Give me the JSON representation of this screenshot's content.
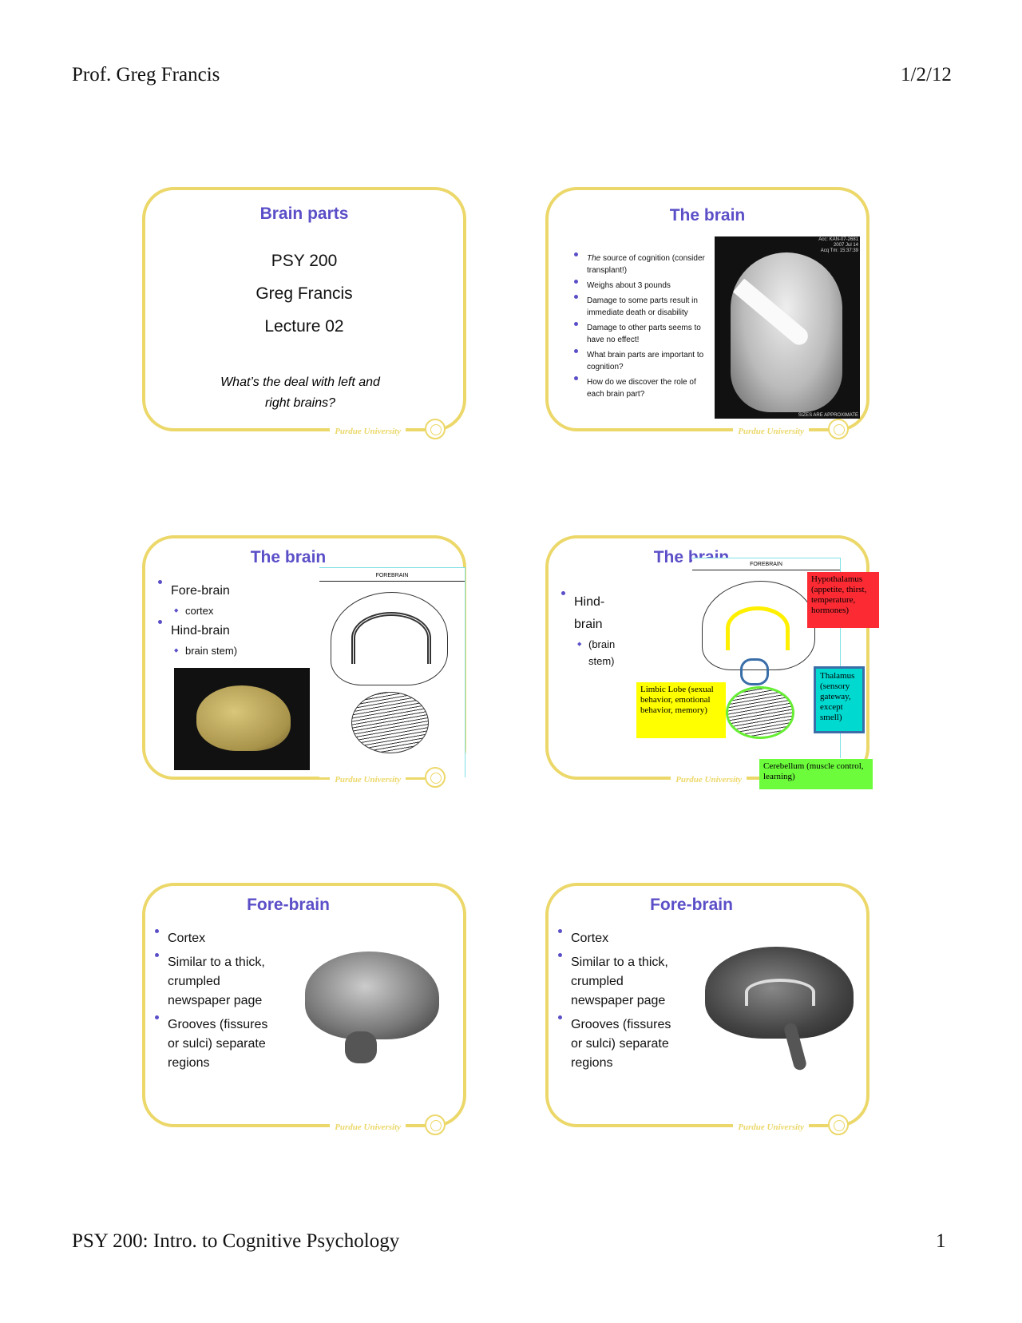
{
  "header": {
    "author": "Prof. Greg Francis",
    "date": "1/2/12"
  },
  "footer": {
    "course": "PSY 200: Intro. to Cognitive Psychology",
    "page": "1"
  },
  "colors": {
    "title": "#5b4fc8",
    "border": "#ecd86a"
  },
  "slide_brand": "Purdue University",
  "slides": [
    {
      "title": "Brain parts",
      "lines": [
        "PSY 200",
        "Greg Francis",
        "Lecture 02"
      ],
      "question": [
        "What’s the deal with left and",
        "right brains?"
      ]
    },
    {
      "title": "The brain",
      "bullets": [
        {
          "em": "The",
          "text": " source of cognition (consider transplant!)"
        },
        {
          "text": "Weighs about 3 pounds"
        },
        {
          "text": "Damage to some parts result in immediate death or disability"
        },
        {
          "text": "Damage to other parts seems to have no effect!"
        },
        {
          "text": "What brain parts are important to cognition?"
        },
        {
          "text": "How do we discover the role of each brain part?"
        }
      ],
      "xray_text": [
        "Acc: KAN-07-2681",
        "2007 Jul 14",
        "Acq Tm: 15:37:39",
        "SIZES ARE APPROXIMATE"
      ]
    },
    {
      "title": "The brain",
      "bullets": [
        "Fore-brain",
        "cortex",
        "Hind-brain",
        "brain stem)"
      ],
      "diagram_label": "FOREBRAIN"
    },
    {
      "title": "The brain",
      "bullets": [
        "Hind-brain",
        "(brain stem)"
      ],
      "diagram_label": "FOREBRAIN",
      "labels": {
        "hypothalamus": "Hypothalamus (appetite, thirst, temperature, hormones)",
        "thalamus": "Thalamus (sensory gateway, except smell)",
        "limbic": "Limbic Lobe (sexual behavior, emotional behavior, memory)",
        "cerebellum": "Cerebellum (muscle control, learning)"
      }
    },
    {
      "title": "Fore-brain",
      "bullets": [
        "Cortex",
        "Similar to a thick, crumpled newspaper page",
        "Grooves (fissures or sulci) separate regions"
      ]
    },
    {
      "title": "Fore-brain",
      "bullets": [
        "Cortex",
        "Similar to a thick, crumpled newspaper page",
        "Grooves (fissures or sulci) separate regions"
      ]
    }
  ]
}
